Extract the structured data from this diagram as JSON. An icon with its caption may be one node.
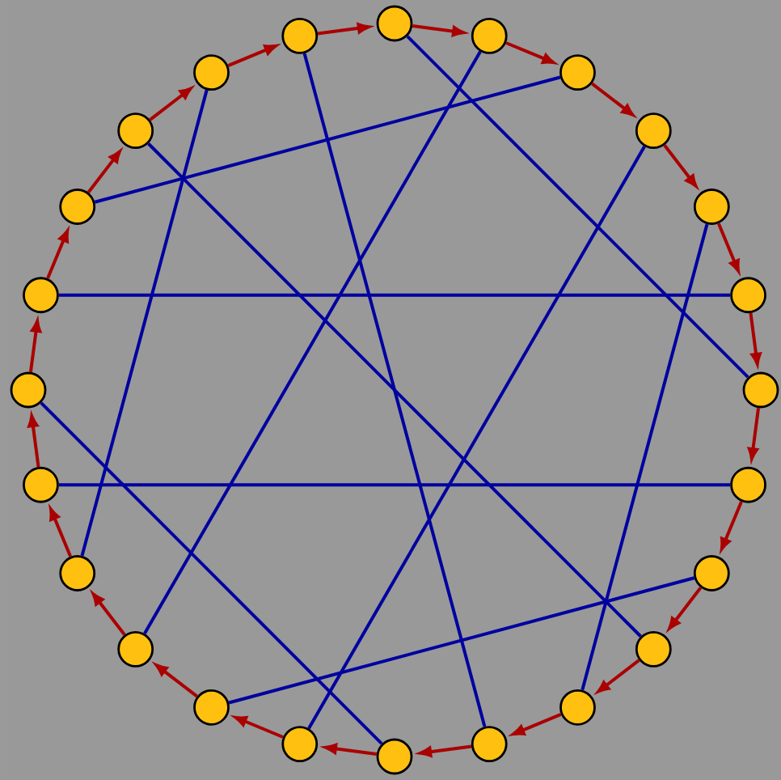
{
  "diagram": {
    "nodes": [
      {
        "text": [],
        "shape": "circle"
      },
      {
        "text": [],
        "shape": "circle"
      },
      {
        "text": [],
        "shape": "circle"
      },
      {
        "text": [],
        "shape": "circle"
      },
      {
        "text": [],
        "shape": "circle"
      },
      {
        "text": [],
        "shape": "circle"
      },
      {
        "text": [],
        "shape": "circle"
      },
      {
        "text": [],
        "shape": "circle"
      },
      {
        "text": [],
        "shape": "circle"
      },
      {
        "text": [],
        "shape": "circle"
      },
      {
        "text": [],
        "shape": "circle"
      },
      {
        "text": [],
        "shape": "circle"
      },
      {
        "text": [],
        "shape": "circle"
      },
      {
        "text": [],
        "shape": "circle"
      },
      {
        "text": [],
        "shape": "circle"
      },
      {
        "text": [],
        "shape": "circle"
      },
      {
        "text": [],
        "shape": "circle"
      },
      {
        "text": [],
        "shape": "circle"
      },
      {
        "text": [],
        "shape": "circle"
      },
      {
        "text": [],
        "shape": "circle"
      },
      {
        "text": [],
        "shape": "circle"
      },
      {
        "text": [],
        "shape": "circle"
      },
      {
        "text": [],
        "shape": "circle"
      },
      {
        "text": [],
        "shape": "circle"
      }
    ],
    "edges": [
      {
        "from": 0,
        "to": 1,
        "arrow": "to"
      },
      {
        "from": 1,
        "to": 2,
        "arrow": "to"
      },
      {
        "from": 2,
        "to": 3,
        "arrow": "to"
      },
      {
        "from": 3,
        "to": 4,
        "arrow": "to"
      },
      {
        "from": 4,
        "to": 5,
        "arrow": "to"
      },
      {
        "from": 5,
        "to": 6,
        "arrow": "to"
      },
      {
        "from": 6,
        "to": 7,
        "arrow": "to"
      },
      {
        "from": 7,
        "to": 8,
        "arrow": "to"
      },
      {
        "from": 8,
        "to": 9,
        "arrow": "to"
      },
      {
        "from": 9,
        "to": 10,
        "arrow": "to"
      },
      {
        "from": 10,
        "to": 11,
        "arrow": "to"
      },
      {
        "from": 11,
        "to": 12,
        "arrow": "to"
      },
      {
        "from": 12,
        "to": 13,
        "arrow": "to"
      },
      {
        "from": 13,
        "to": 14,
        "arrow": "to"
      },
      {
        "from": 14,
        "to": 15,
        "arrow": "to"
      },
      {
        "from": 15,
        "to": 16,
        "arrow": "to"
      },
      {
        "from": 16,
        "to": 17,
        "arrow": "to"
      },
      {
        "from": 17,
        "to": 18,
        "arrow": "to"
      },
      {
        "from": 18,
        "to": 19,
        "arrow": "to"
      },
      {
        "from": 19,
        "to": 20,
        "arrow": "to"
      },
      {
        "from": 20,
        "to": 21,
        "arrow": "to"
      },
      {
        "from": 21,
        "to": 22,
        "arrow": "to"
      },
      {
        "from": 22,
        "to": 23,
        "arrow": "to"
      },
      {
        "from": 23,
        "to": 0,
        "arrow": "to"
      },
      {
        "from": 0,
        "to": 6,
        "arrow": "none",
        "color": "#0000a0"
      },
      {
        "from": 1,
        "to": 15,
        "arrow": "none",
        "color": "#0000a0"
      },
      {
        "from": 2,
        "to": 20,
        "arrow": "none",
        "color": "#0000a0"
      },
      {
        "from": 3,
        "to": 13,
        "arrow": "none",
        "color": "#0000a0"
      },
      {
        "from": 4,
        "to": 10,
        "arrow": "none",
        "color": "#0000a0"
      },
      {
        "from": 5,
        "to": 19,
        "arrow": "none",
        "color": "#0000a0"
      },
      {
        "from": 7,
        "to": 17,
        "arrow": "none",
        "color": "#0000a0"
      },
      {
        "from": 8,
        "to": 14,
        "arrow": "none",
        "color": "#0000a0"
      },
      {
        "from": 9,
        "to": 21,
        "arrow": "none",
        "color": "#0000a0"
      },
      {
        "from": 11,
        "to": 23,
        "arrow": "none",
        "color": "#0000a0"
      },
      {
        "from": 12,
        "to": 18,
        "arrow": "none",
        "color": "#0000a0"
      },
      {
        "from": 16,
        "to": 22,
        "arrow": "none",
        "color": "#0000a0"
      }
    ]
  }
}
